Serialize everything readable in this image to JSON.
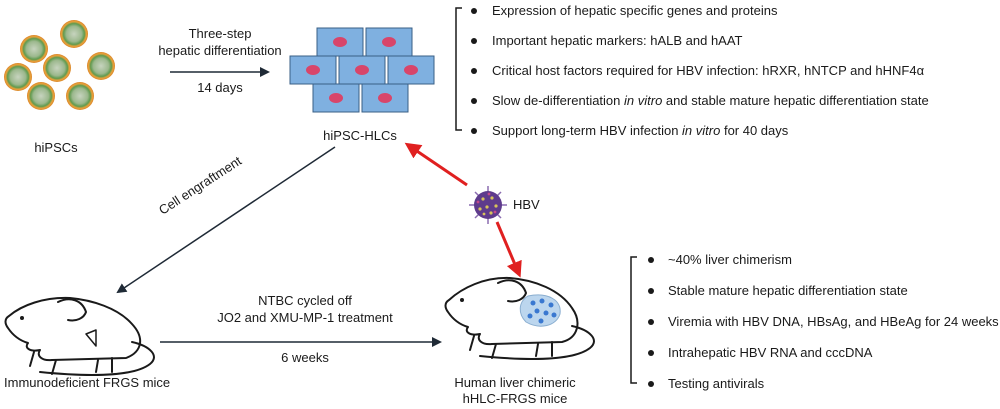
{
  "labels": {
    "hipscs": "hiPSCs",
    "step_line1": "Three-step",
    "step_line2": "hepatic differentiation",
    "days14": "14 days",
    "hiplcs": "hiPSC-HLCs",
    "engraft": "Cell engraftment",
    "hbv": "HBV",
    "ntbc1": "NTBC cycled off",
    "ntbc2": "JO2 and XMU-MP-1 treatment",
    "weeks6": "6 weeks",
    "mice1": "Immunodeficient FRGS mice",
    "chim1": "Human liver chimeric",
    "chim2": "hHLC-FRGS mice"
  },
  "top_list": [
    {
      "text": "Expression of hepatic specific genes and proteins"
    },
    {
      "text": "Important hepatic markers: hALB and hAAT"
    },
    {
      "text": "Critical host factors required for HBV infection: hRXR, hNTCP and hHNF4α"
    },
    {
      "pre": "Slow de-differentiation ",
      "it": "in vitro",
      "post": " and stable mature hepatic differentiation state"
    },
    {
      "pre": "Support long-term HBV infection ",
      "it": "in vitro",
      "post": " for 40 days"
    }
  ],
  "bottom_list": [
    {
      "text": "~40% liver chimerism"
    },
    {
      "text": "Stable mature hepatic differentiation state"
    },
    {
      "text": "Viremia with HBV DNA, HBsAg, and HBeAg for 24 weeks"
    },
    {
      "text": "Intrahepatic HBV RNA and cccDNA"
    },
    {
      "text": "Testing antivirals"
    }
  ],
  "colors": {
    "cell_outer": "#e8962c",
    "cell_mid": "#6fa05a",
    "cell_core": "#b9c9b0",
    "hlc_fill": "#7fb0e0",
    "hlc_nucleus": "#d8456a",
    "red_arrow": "#e02020",
    "virus": "#6a3f9a",
    "liver_dots": "#3a78d0"
  }
}
